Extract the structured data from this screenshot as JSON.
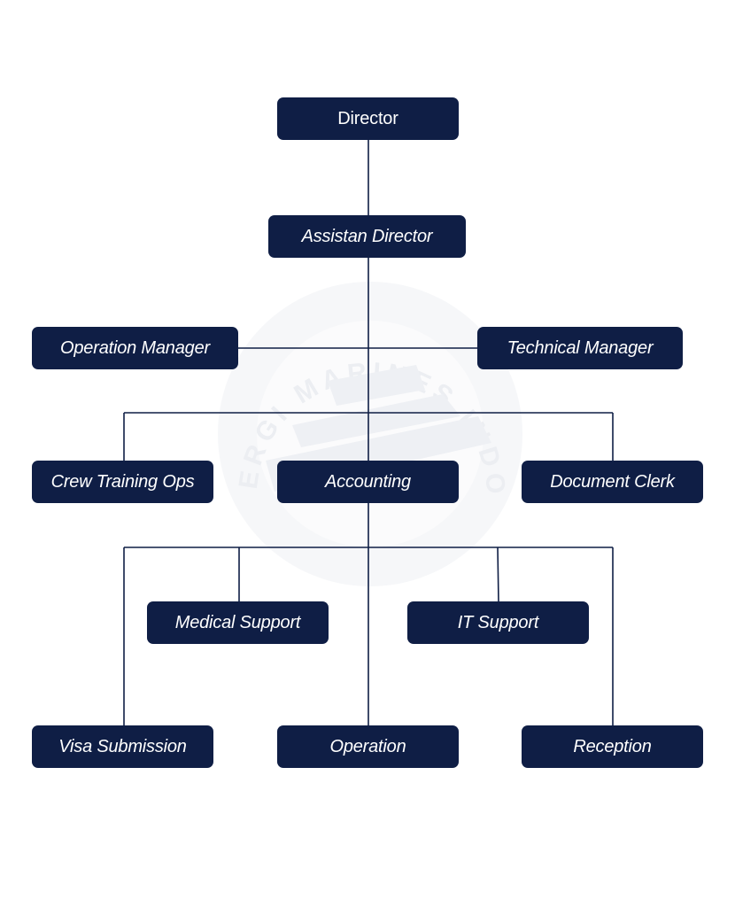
{
  "colors": {
    "node_fill": "#0f1e45",
    "node_text": "#ffffff",
    "connector": "#0f1e45",
    "watermark": "#f2f3f6",
    "background": "#ffffff"
  },
  "watermark": {
    "text": "PT SINERGI MARINES INDONESIA",
    "icon": "cruise-ship-icon"
  },
  "org_chart": {
    "director": "Director",
    "assistant_director": "Assistan Director",
    "operation_manager": "Operation Manager",
    "technical_manager": "Technical Manager",
    "crew_training_ops": "Crew Training Ops",
    "accounting": "Accounting",
    "document_clerk": "Document Clerk",
    "medical_support": "Medical Support",
    "it_support": "IT Support",
    "visa_submission": "Visa Submission",
    "operation": "Operation",
    "reception": "Reception"
  }
}
